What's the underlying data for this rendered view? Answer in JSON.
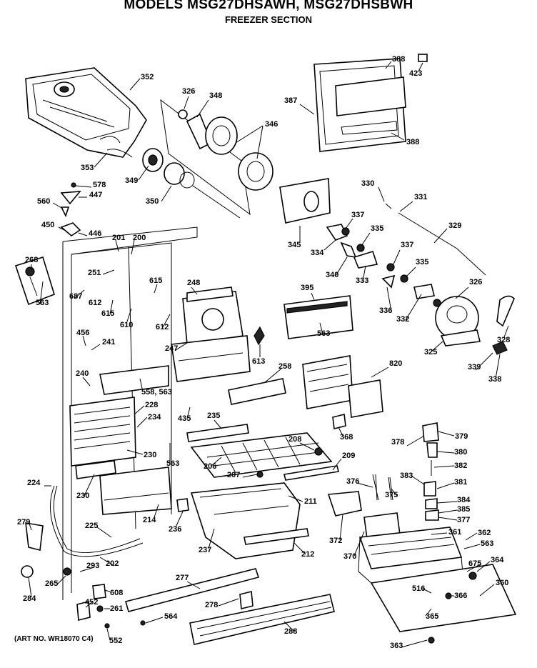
{
  "header": {
    "title": "MODELS MSG27DHSAWH, MSG27DHSBWH",
    "subtitle": "FREEZER SECTION"
  },
  "footer": {
    "art_no": "(ART NO. WR18070 C4)"
  },
  "part_labels": {
    "p352": "352",
    "p326a": "326",
    "p348": "348",
    "p346": "346",
    "p387": "387",
    "p388a": "388",
    "p423": "423",
    "p388b": "388",
    "p353": "353",
    "p349": "349",
    "p578": "578",
    "p447": "447",
    "p560": "560",
    "p350": "350",
    "p330": "330",
    "p331": "331",
    "p450": "450",
    "p446": "446",
    "p345": "345",
    "p337a": "337",
    "p201": "201",
    "p200": "200",
    "p335a": "335",
    "p329": "329",
    "p268": "268",
    "p334": "334",
    "p337b": "337",
    "p251": "251",
    "p340": "340",
    "p333": "333",
    "p335b": "335",
    "p615a": "615",
    "p248": "248",
    "p395": "395",
    "p326b": "326",
    "p687": "687",
    "p612a": "612",
    "p615b": "615",
    "p563a": "563",
    "p610": "610",
    "p612b": "612",
    "p336": "336",
    "p332": "332",
    "p563b": "563",
    "p456": "456",
    "p241": "241",
    "p247": "247",
    "p613": "613",
    "p328": "328",
    "p325": "325",
    "p820": "820",
    "p339": "339",
    "p338": "338",
    "p240": "240",
    "p258": "258",
    "p558_563": "558, 563",
    "p228": "228",
    "p234": "234",
    "p435": "435",
    "p235": "235",
    "p368": "368",
    "p208": "208",
    "p378": "378",
    "p379": "379",
    "p230a": "230",
    "p563c": "563",
    "p206": "206",
    "p209": "209",
    "p380": "380",
    "p382": "382",
    "p207": "207",
    "p376": "376",
    "p383": "383",
    "p381": "381",
    "p224": "224",
    "p230b": "230",
    "p375": "375",
    "p384": "384",
    "p211": "211",
    "p385": "385",
    "p377": "377",
    "p214": "214",
    "p279": "279",
    "p236": "236",
    "p225": "225",
    "p372": "372",
    "p361": "361",
    "p362": "362",
    "p563d": "563",
    "p237": "237",
    "p212": "212",
    "p370": "370",
    "p675": "675",
    "p364": "364",
    "p202": "202",
    "p293": "293",
    "p265": "265",
    "p284": "284",
    "p277": "277",
    "p608": "608",
    "p360": "360",
    "p516": "516",
    "p366": "366",
    "p452": "452",
    "p261": "261",
    "p278": "278",
    "p564": "564",
    "p365": "365",
    "p288": "288",
    "p552": "552",
    "p363": "363"
  }
}
